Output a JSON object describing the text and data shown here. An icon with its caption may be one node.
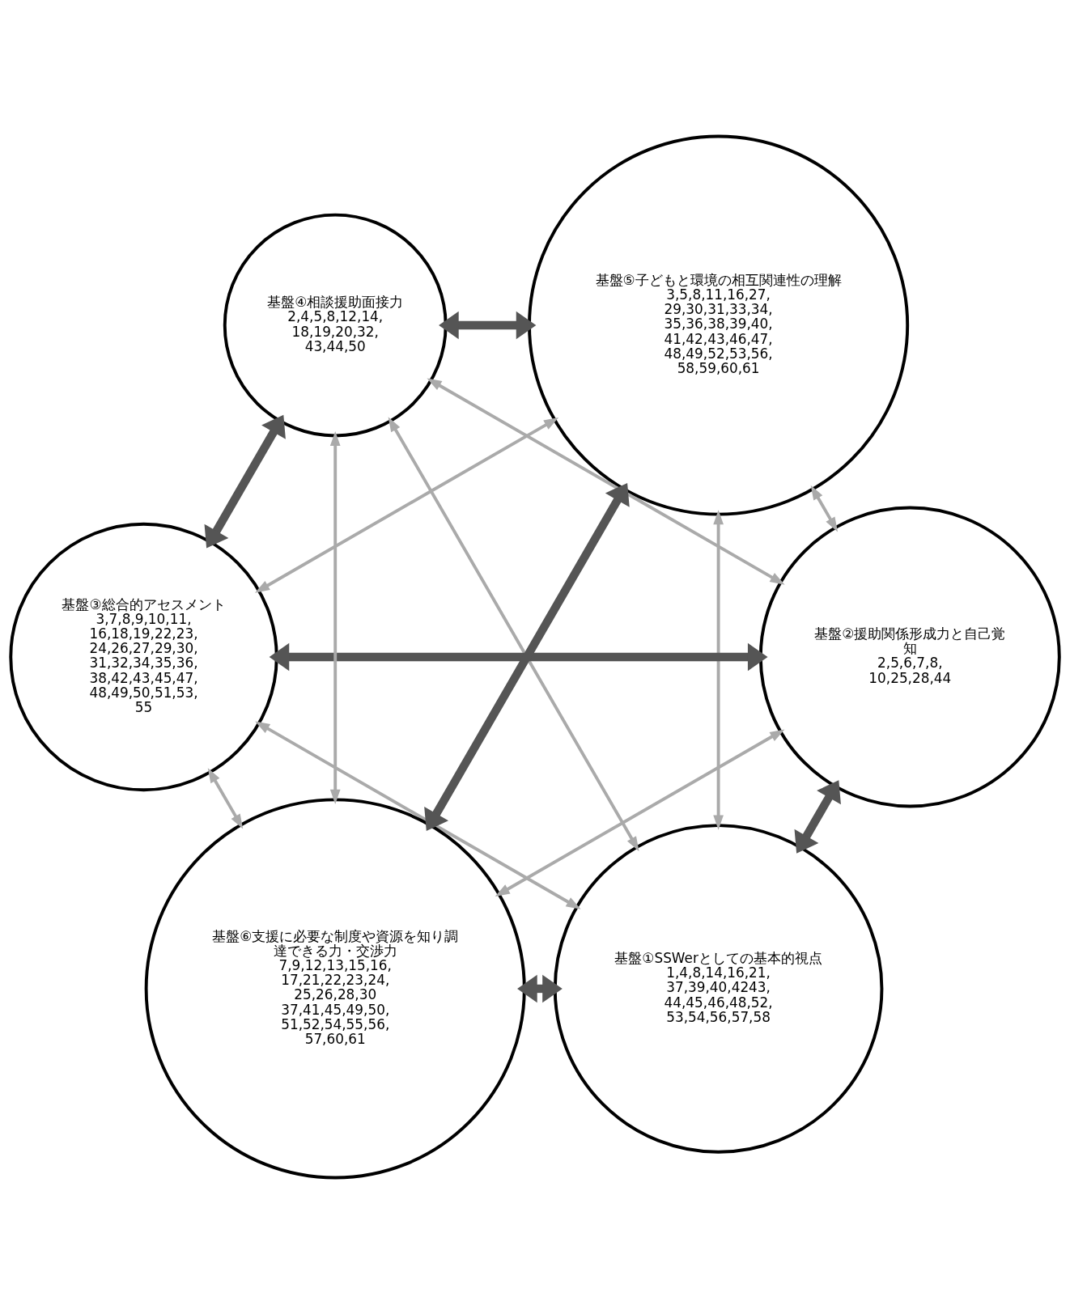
{
  "diagram": {
    "nodes": [
      {
        "text": [
          "基盤①SSWerとしての基本的視点",
          "1,4,8,14,16,21,37,39,40,4243,44,45,46,48,52,53,54,56,57,58"
        ]
      },
      {
        "text": [
          "基盤②援助関係形成力と自己覚知",
          "2,5,6,7,8,10,25,28,44"
        ]
      },
      {
        "text": [
          "基盤③総合的アセスメント",
          "3,7,8,9,10,11,16,18,19,22,23,24,26,27,29,30,31,32,34,35,36,38,42,43,45,47,48,49,50,51,53,55"
        ]
      },
      {
        "text": [
          "基盤④相談援助面接力",
          "2,4,5,8,12,14,18,19,20,32,43,44,50"
        ]
      },
      {
        "text": [
          "基盤⑤子どもと環境の相互関連性の理解",
          "3,5,8,11,16,27,29,30,31,33,34,35,36,38,39,40,41,42,43,46,47,48,49,52,53,56,58,59,60,61"
        ]
      },
      {
        "text": [
          "基盤⑥支援に必要な制度や資源を知り調達できる力・交渉力",
          "7,9,12,13,15,16,17,21,22,23,24,25,26,28,30 37,41,45,49,50,51,52,54,55,56,57,60,61"
        ]
      }
    ],
    "edges": [
      {
        "from": 0,
        "to": 1,
        "arrow": "both",
        "style": "thick",
        "color": "#555555"
      },
      {
        "from": 1,
        "to": 2,
        "arrow": "both",
        "style": "thick",
        "color": "#555555"
      },
      {
        "from": 2,
        "to": 3,
        "arrow": "both",
        "style": "thick",
        "color": "#555555"
      },
      {
        "from": 3,
        "to": 4,
        "arrow": "both",
        "style": "thick",
        "color": "#555555"
      },
      {
        "from": 4,
        "to": 5,
        "arrow": "both",
        "style": "thick",
        "color": "#555555"
      },
      {
        "from": 5,
        "to": 0,
        "arrow": "both",
        "style": "thick",
        "color": "#555555"
      },
      {
        "from": 0,
        "to": 4,
        "arrow": "both"
      },
      {
        "from": 0,
        "to": 3,
        "arrow": "both"
      },
      {
        "from": 0,
        "to": 2,
        "arrow": "both"
      },
      {
        "from": 5,
        "to": 1,
        "arrow": "both"
      },
      {
        "from": 5,
        "to": 2,
        "arrow": "both"
      },
      {
        "from": 5,
        "to": 3,
        "arrow": "both"
      },
      {
        "from": 1,
        "to": 4,
        "arrow": "both"
      },
      {
        "from": 1,
        "to": 3,
        "arrow": "both"
      },
      {
        "from": 4,
        "to": 2,
        "arrow": "both"
      }
    ]
  }
}
